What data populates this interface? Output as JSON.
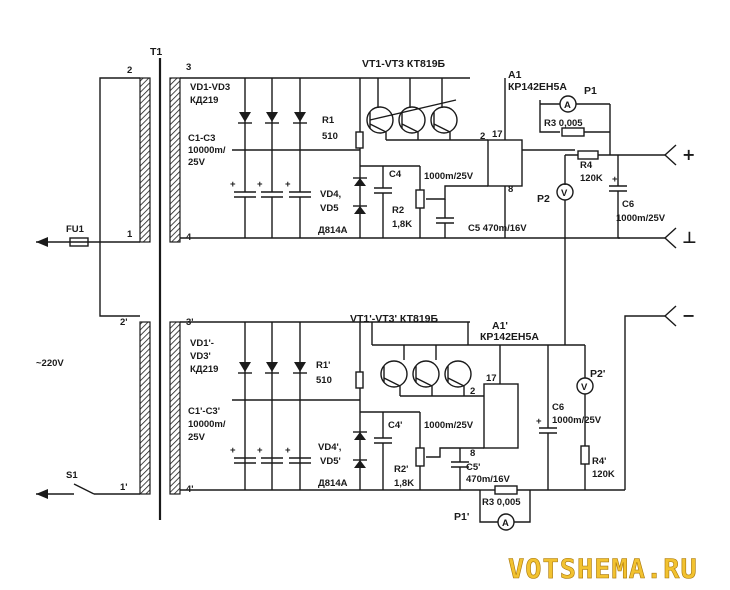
{
  "transformer": {
    "name": "T1",
    "pins": {
      "p1": "1",
      "p2": "2",
      "p1b": "1'",
      "p2b": "2'",
      "s3": "3",
      "s4": "4",
      "s3b": "3'",
      "s4b": "4'"
    }
  },
  "mains": {
    "voltage": "~220V",
    "fuse": "FU1",
    "switch": "S1"
  },
  "upper": {
    "diodes": [
      "VD1-VD3",
      "КД219"
    ],
    "caps": [
      "C1-C3",
      "10000m/",
      "25V"
    ],
    "r1": [
      "R1",
      "510"
    ],
    "transistors": "VT1-VT3 КТ819Б",
    "ic": [
      "A1",
      "КР142ЕН5А"
    ],
    "ic_pins": {
      "p2": "2",
      "p17": "17",
      "p8": "8"
    },
    "zener": [
      "VD4,",
      "VD5",
      "Д814А"
    ],
    "c4": [
      "C4",
      "1000m/25V"
    ],
    "r2": [
      "R2",
      "1,8K"
    ],
    "c5": "C5 470m/16V",
    "ammeter": "P1",
    "ammeter_sym": "A",
    "r3": "R3 0,005",
    "r4": [
      "R4",
      "120K"
    ],
    "voltmeter": "P2",
    "voltmeter_sym": "V",
    "c6": [
      "C6",
      "1000m/25V"
    ],
    "terminal_plus": "+",
    "terminal_common": "⊥"
  },
  "lower": {
    "diodes": [
      "VD1'-",
      "VD3'",
      "КД219"
    ],
    "caps": [
      "C1'-C3'",
      "10000m/",
      "25V"
    ],
    "r1": [
      "R1'",
      "510"
    ],
    "transistors": "VT1'-VT3' КТ819Б",
    "ic": [
      "A1'",
      "КР142ЕН5А"
    ],
    "ic_pins": {
      "p2": "2",
      "p17": "17",
      "p8": "8"
    },
    "zener": [
      "VD4',",
      "VD5'",
      "Д814А"
    ],
    "c4": [
      "C4'",
      "1000m/25V"
    ],
    "r2": [
      "R2'",
      "1,8K"
    ],
    "c5": [
      "C5'",
      "470m/16V"
    ],
    "c6": [
      "C6",
      "1000m/25V"
    ],
    "voltmeter": "P2'",
    "voltmeter_sym": "V",
    "r4": [
      "R4'",
      "120K"
    ],
    "r3": "R3 0,005",
    "ammeter": "P1'",
    "ammeter_sym": "A",
    "terminal_minus": "−"
  },
  "watermark": "VOTSHEMA.RU"
}
